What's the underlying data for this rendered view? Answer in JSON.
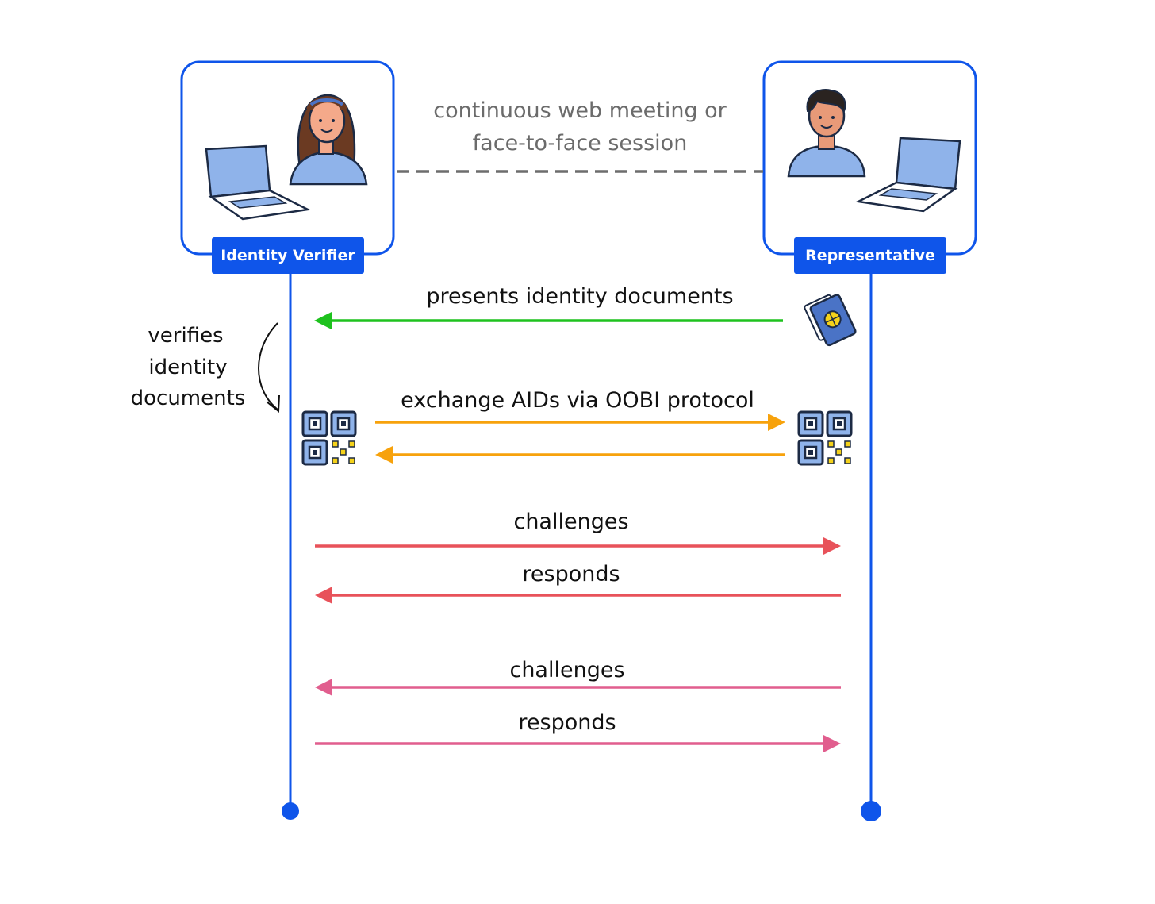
{
  "actors": {
    "verifier": {
      "label": "Identity Verifier"
    },
    "representative": {
      "label": "Representative"
    }
  },
  "session": {
    "line1": "continuous web meeting or",
    "line2": "face-to-face session"
  },
  "side_note": {
    "line1": "verifies",
    "line2": "identity",
    "line3": "documents"
  },
  "messages": {
    "m1": {
      "label": "presents identity documents",
      "color": "#1ec21e"
    },
    "m2": {
      "label": "exchange AIDs via OOBI protocol",
      "color": "#f7a20c"
    },
    "m3": {
      "label": "challenges",
      "color": "#e8525a"
    },
    "m4": {
      "label": "responds",
      "color": "#e8525a"
    },
    "m5": {
      "label": "challenges",
      "color": "#e15e8e"
    },
    "m6": {
      "label": "responds",
      "color": "#e15e8e"
    }
  },
  "colors": {
    "lifeline": "#0f55ea",
    "session_line": "#6d6d6d"
  },
  "icons": [
    "woman-avatar-icon",
    "laptop-icon",
    "man-avatar-icon",
    "passport-icon",
    "qr-code-icon"
  ]
}
